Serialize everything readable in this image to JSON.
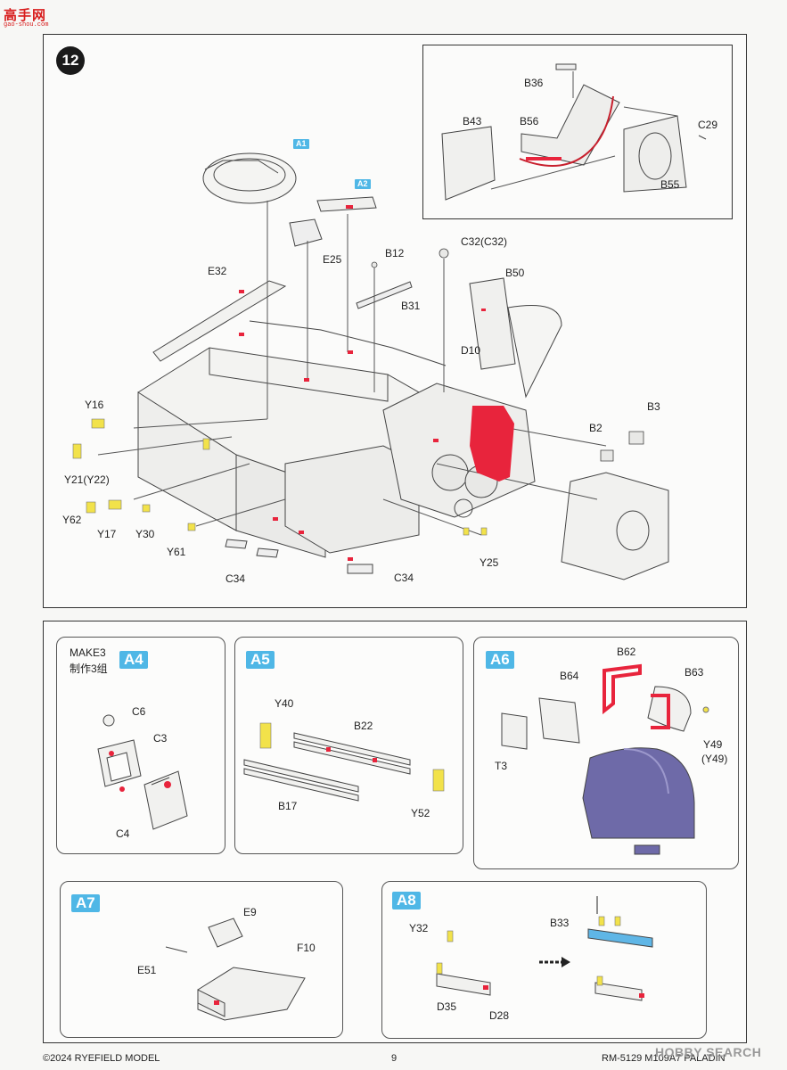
{
  "site_logo": {
    "cn": "高手网",
    "url_text": "gao-shou.com"
  },
  "step": {
    "number": "12"
  },
  "tags": {
    "a1": "A1",
    "a2": "A2",
    "a4": "A4",
    "a5": "A5",
    "a6": "A6",
    "a7": "A7",
    "a8": "A8"
  },
  "main_labels": {
    "e32": "E32",
    "e25": "E25",
    "b12": "B12",
    "b31": "B31",
    "c32": "C32(C32)",
    "b50": "B50",
    "d10": "D10",
    "y16": "Y16",
    "y21": "Y21(Y22)",
    "y62": "Y62",
    "y17": "Y17",
    "y30": "Y30",
    "y61": "Y61",
    "c34a": "C34",
    "c34b": "C34",
    "y25": "Y25",
    "b2": "B2",
    "b3": "B3"
  },
  "inset_labels": {
    "b36": "B36",
    "b43": "B43",
    "b56": "B56",
    "c29": "C29",
    "b55": "B55"
  },
  "a4": {
    "make": "MAKE3",
    "make_cn": "制作3组",
    "c6": "C6",
    "c3": "C3",
    "c4": "C4"
  },
  "a5": {
    "y40": "Y40",
    "b22": "B22",
    "b17": "B17",
    "y52": "Y52"
  },
  "a6": {
    "b62": "B62",
    "b64": "B64",
    "b63": "B63",
    "t3": "T3",
    "y49": "Y49",
    "y49b": "(Y49)"
  },
  "a7": {
    "e9": "E9",
    "e51": "E51",
    "f10": "F10"
  },
  "a8": {
    "y32": "Y32",
    "b33": "B33",
    "d35": "D35",
    "d28": "D28"
  },
  "footer": {
    "copyright": "©2024 RYEFIELD MODEL",
    "page": "9",
    "product": "RM-5129 M109A7 PALADIN",
    "watermark": "HOBBY SEARCH"
  },
  "colors": {
    "highlight": "#e8243c",
    "tag": "#4fb7e6",
    "yellow_part": "#f2e24a",
    "purple": "#6e6aa8",
    "blue_part": "#5fb6e6"
  }
}
